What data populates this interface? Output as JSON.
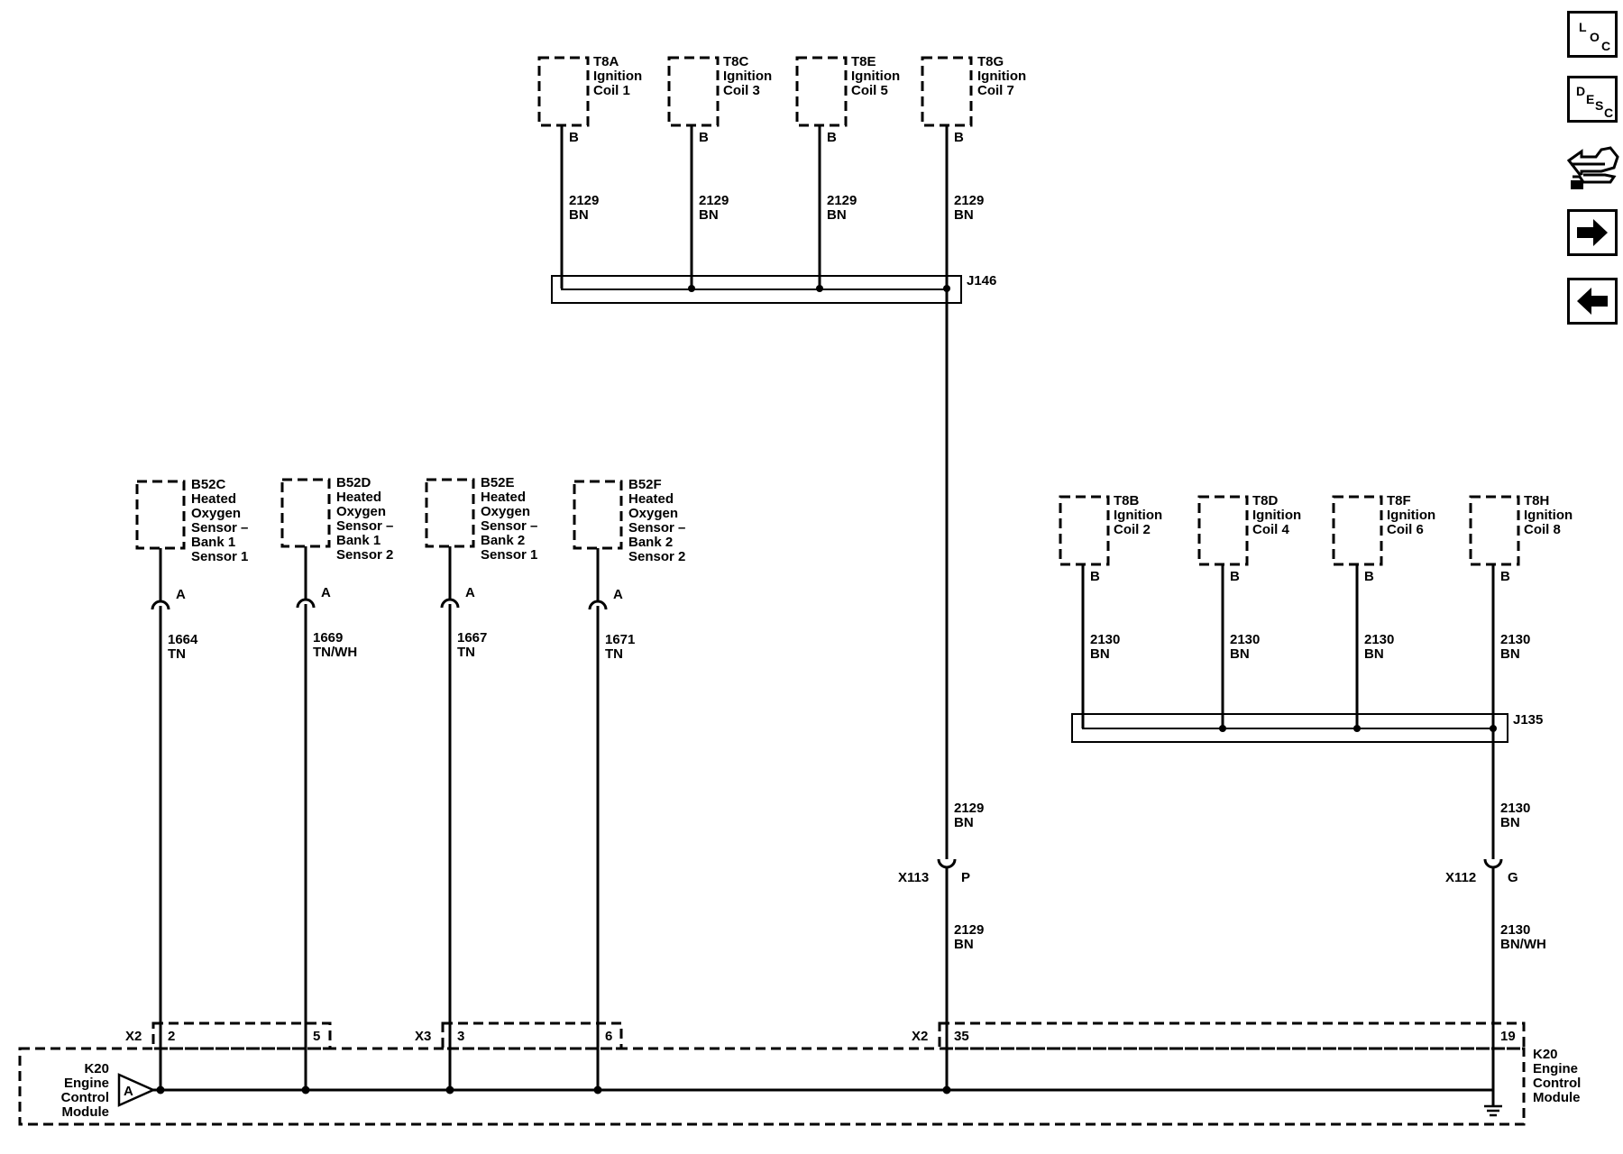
{
  "top_coils": [
    {
      "id": "T8A",
      "name1": "Ignition",
      "name2": "Coil 1",
      "pin": "B",
      "circuit": "2129",
      "color": "BN"
    },
    {
      "id": "T8C",
      "name1": "Ignition",
      "name2": "Coil 3",
      "pin": "B",
      "circuit": "2129",
      "color": "BN"
    },
    {
      "id": "T8E",
      "name1": "Ignition",
      "name2": "Coil 5",
      "pin": "B",
      "circuit": "2129",
      "color": "BN"
    },
    {
      "id": "T8G",
      "name1": "Ignition",
      "name2": "Coil 7",
      "pin": "B",
      "circuit": "2129",
      "color": "BN"
    }
  ],
  "right_coils": [
    {
      "id": "T8B",
      "name1": "Ignition",
      "name2": "Coil 2",
      "pin": "B",
      "circuit": "2130",
      "color": "BN"
    },
    {
      "id": "T8D",
      "name1": "Ignition",
      "name2": "Coil 4",
      "pin": "B",
      "circuit": "2130",
      "color": "BN"
    },
    {
      "id": "T8F",
      "name1": "Ignition",
      "name2": "Coil 6",
      "pin": "B",
      "circuit": "2130",
      "color": "BN"
    },
    {
      "id": "T8H",
      "name1": "Ignition",
      "name2": "Coil 8",
      "pin": "B",
      "circuit": "2130",
      "color": "BN"
    }
  ],
  "sensors": [
    {
      "id": "B52C",
      "lines": [
        "Heated",
        "Oxygen",
        "Sensor –",
        "Bank 1",
        "Sensor 1"
      ],
      "pin": "A",
      "circuit": "1664",
      "color": "TN",
      "ecm_pin": "2"
    },
    {
      "id": "B52D",
      "lines": [
        "Heated",
        "Oxygen",
        "Sensor –",
        "Bank 1",
        "Sensor 2"
      ],
      "pin": "A",
      "circuit": "1669",
      "color": "TN/WH",
      "ecm_pin": "5"
    },
    {
      "id": "B52E",
      "lines": [
        "Heated",
        "Oxygen",
        "Sensor –",
        "Bank 2",
        "Sensor 1"
      ],
      "pin": "A",
      "circuit": "1667",
      "color": "TN",
      "ecm_pin": "3"
    },
    {
      "id": "B52F",
      "lines": [
        "Heated",
        "Oxygen",
        "Sensor –",
        "Bank 2",
        "Sensor 2"
      ],
      "pin": "A",
      "circuit": "1671",
      "color": "TN",
      "ecm_pin": "6"
    }
  ],
  "splices": {
    "top": "J146",
    "right": "J135"
  },
  "inline_connectors": {
    "left": {
      "id": "X113",
      "pin": "P",
      "circuit_above": "2129",
      "color_above": "BN",
      "circuit_below": "2129",
      "color_below": "BN"
    },
    "right": {
      "id": "X112",
      "pin": "G",
      "circuit_above": "2130",
      "color_above": "BN",
      "circuit_below": "2130",
      "color_below": "BN/WH"
    }
  },
  "ecm": {
    "id": "K20",
    "lines": [
      "Engine",
      "Control",
      "Module"
    ],
    "ground_ref": "A",
    "connectors": [
      {
        "label": "X2",
        "pin_a": "2",
        "pin_b": "5"
      },
      {
        "label": "X3",
        "pin_a": "3",
        "pin_b": "6"
      },
      {
        "label": "X2",
        "pin_a": "35",
        "pin_b": "19"
      }
    ]
  },
  "nav": {
    "loc": [
      "L",
      "O",
      "C"
    ],
    "desc": [
      "D",
      "E",
      "S",
      "C"
    ],
    "next_arrow": "→",
    "back_arrow": "←"
  }
}
